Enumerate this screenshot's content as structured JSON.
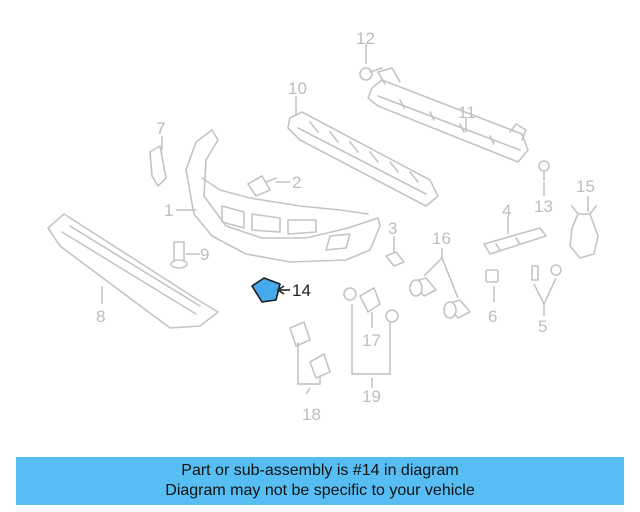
{
  "diagram": {
    "highlight_color": "#45a9ec",
    "callouts": [
      "1",
      "2",
      "3",
      "4",
      "5",
      "6",
      "7",
      "8",
      "9",
      "10",
      "11",
      "12",
      "13",
      "14",
      "15",
      "16",
      "17",
      "18",
      "19"
    ]
  },
  "caption": {
    "line1": "Part or sub-assembly is #14 in diagram",
    "line2": "Diagram may not be specific to your vehicle",
    "background": "#57bef4"
  }
}
